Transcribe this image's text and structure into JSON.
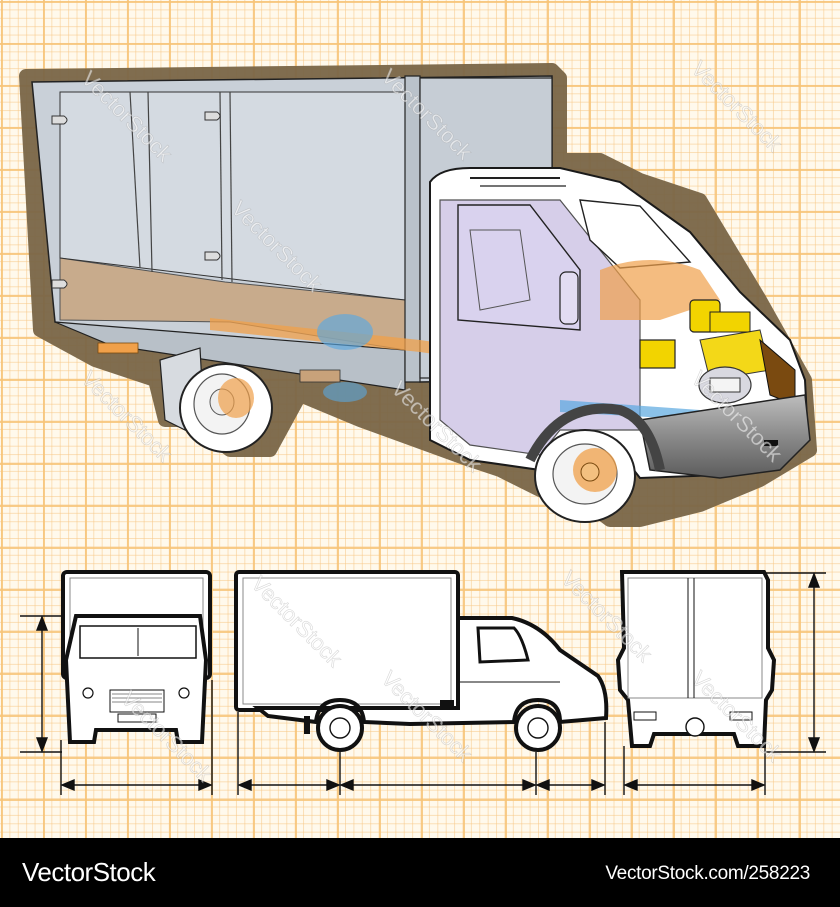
{
  "illustration": {
    "subject": "Delivery truck cutaway with orthographic blueprint views",
    "background": "orange graph paper",
    "colors": {
      "paper": "#fff9ec",
      "grid_major": "#f7c478",
      "grid_minor": "#f7c887",
      "outline_halo": "#7a6647",
      "cargo_box": "#c9d0d8",
      "cab_tint": "#cfc6e6",
      "engine_yellow": "#f2d400",
      "drivetrain_orange": "#f0a04a",
      "coolant_blue": "#5aa8e0",
      "line": "#1a1a1a"
    },
    "views": [
      {
        "name": "perspective-cutaway"
      },
      {
        "name": "front-view"
      },
      {
        "name": "side-view"
      },
      {
        "name": "rear-view"
      }
    ],
    "watermark_text": "VectorStock"
  },
  "footer": {
    "brand": "VectorStock",
    "reference": "VectorStock.com/258223"
  }
}
